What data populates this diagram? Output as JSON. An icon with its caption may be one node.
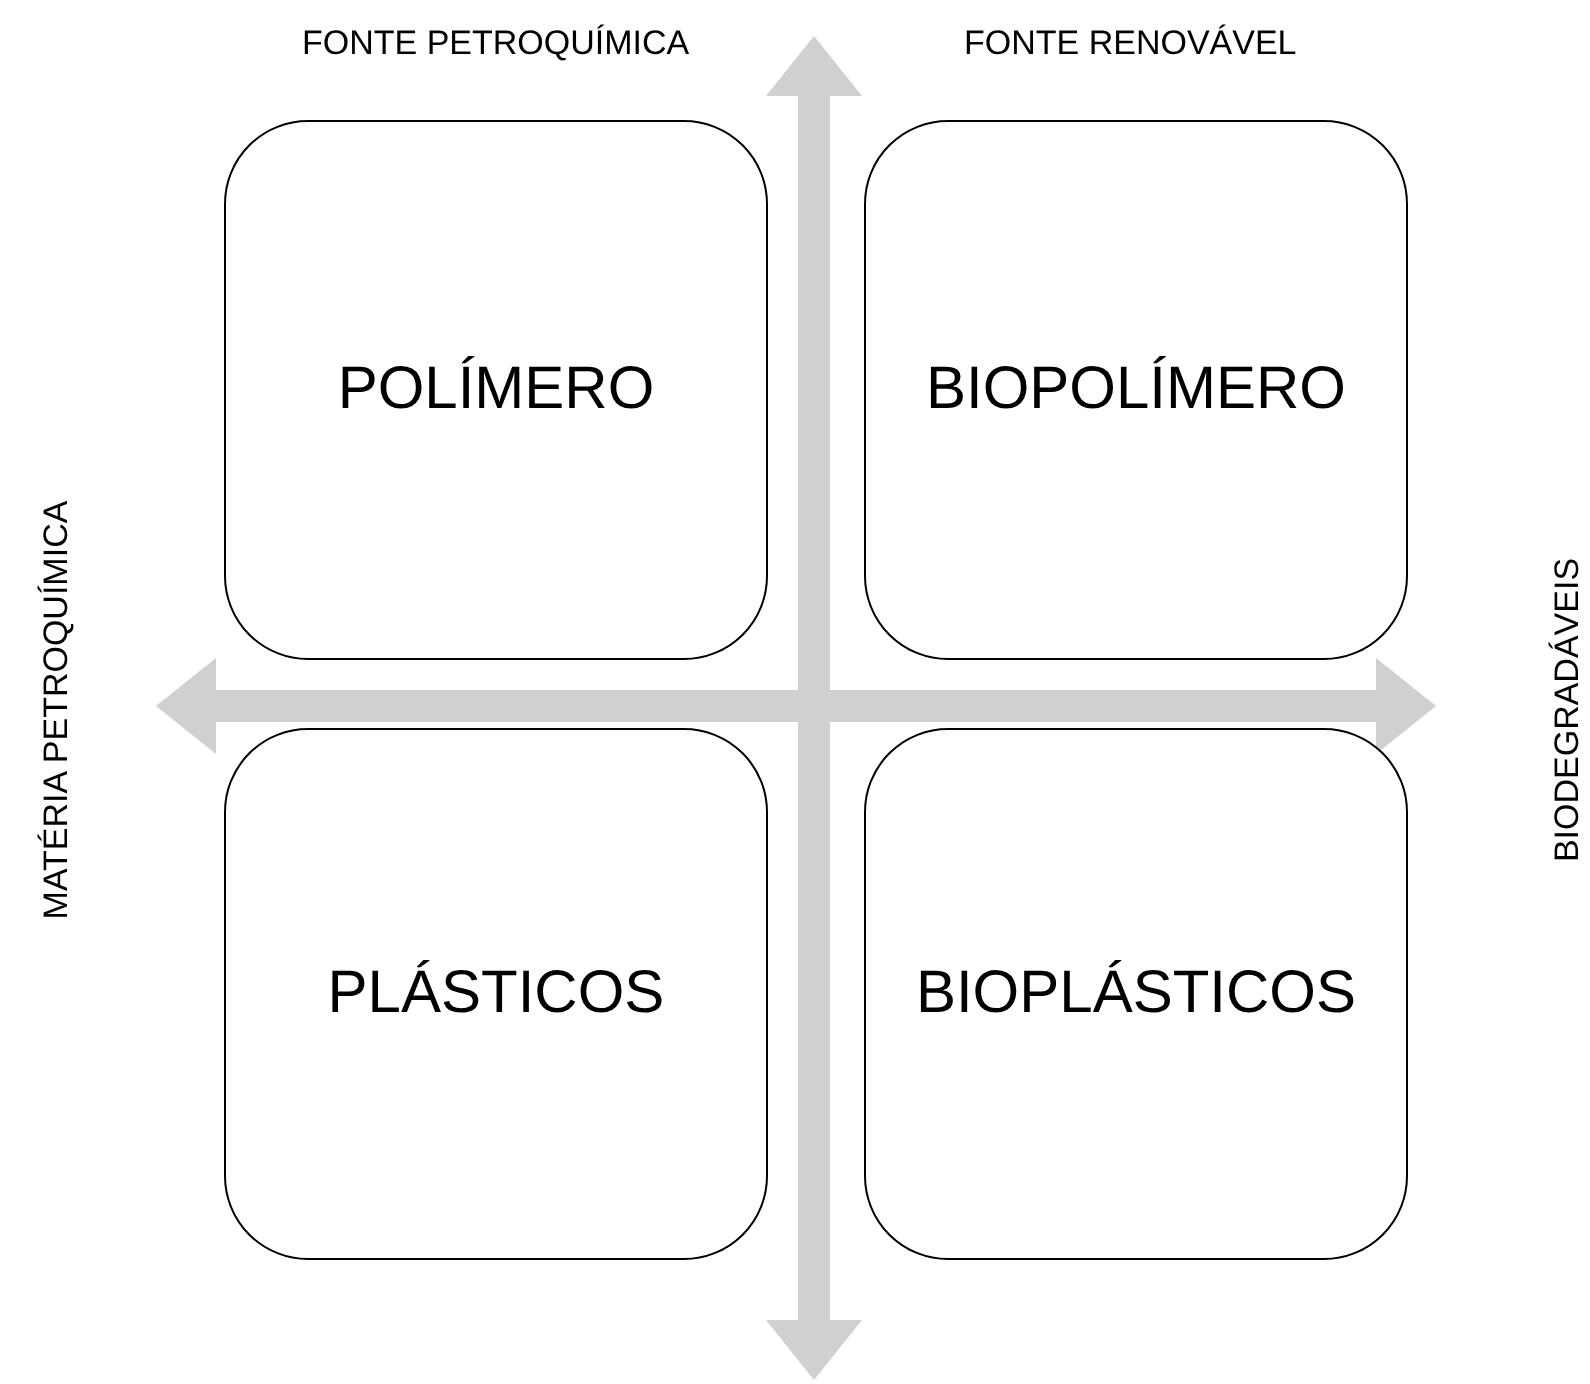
{
  "diagram": {
    "nodes": [
      {
        "text": [
          "POLÍMERO"
        ]
      },
      {
        "text": [
          "BIOPOLÍMERO"
        ]
      },
      {
        "text": [
          "PLÁSTICOS"
        ]
      },
      {
        "text": [
          "BIOPLÁSTICOS"
        ]
      }
    ],
    "labels": [
      "FONTE PETROQUÍMICA",
      "FONTE RENOVÁVEL",
      "MATÉRIA PETROQUÍMICA",
      "BIODEGRADÁVEIS"
    ]
  }
}
